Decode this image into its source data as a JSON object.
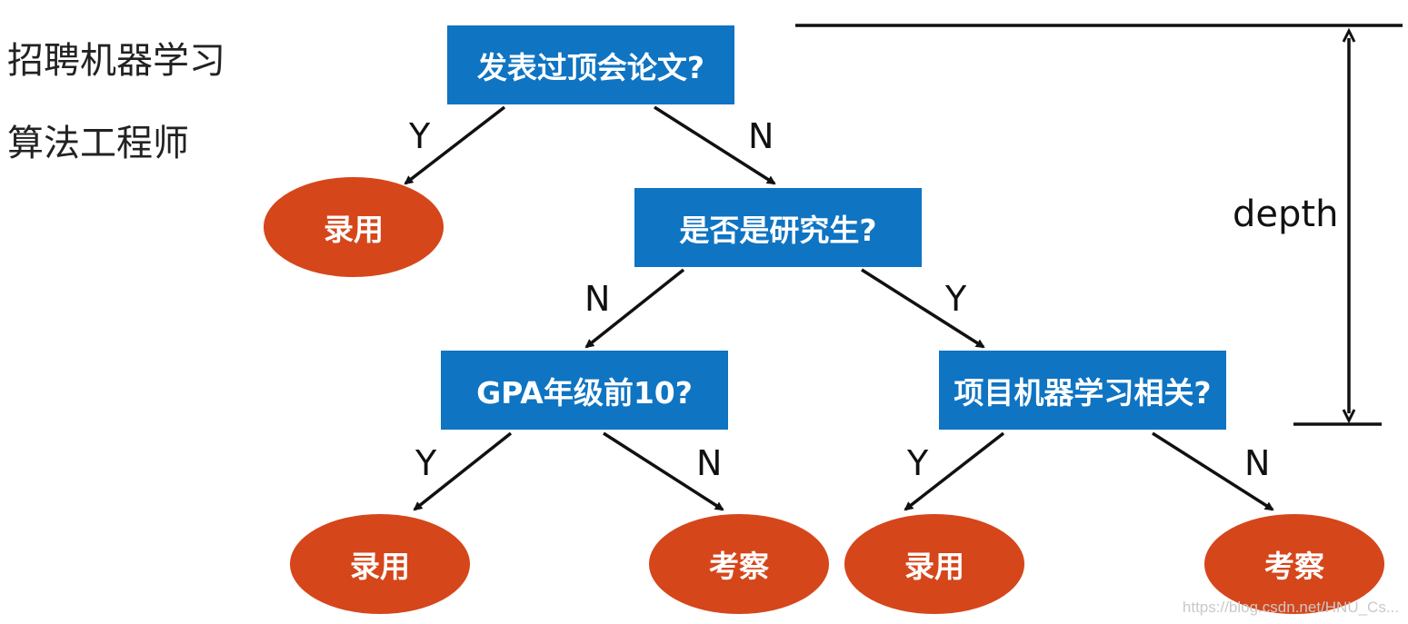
{
  "titles": {
    "line1": "招聘机器学习",
    "line2": "算法工程师"
  },
  "nodes": {
    "root": "发表过顶会论文?",
    "grad": "是否是研究生?",
    "gpa": "GPA年级前10?",
    "project": "项目机器学习相关?",
    "leaf_hire_1": "录用",
    "leaf_hire_2": "录用",
    "leaf_review_1": "考察",
    "leaf_hire_3": "录用",
    "leaf_review_2": "考察"
  },
  "edges": {
    "root_yes": "Y",
    "root_no": "N",
    "grad_no": "N",
    "grad_yes": "Y",
    "gpa_yes": "Y",
    "gpa_no": "N",
    "project_yes": "Y",
    "project_no": "N"
  },
  "depth": {
    "label": "depth"
  },
  "colors": {
    "decision_node": "#0f74c2",
    "leaf_node": "#d6461b",
    "line": "#111111"
  },
  "watermark": "https://blog.csdn.net/HNU_Cs..."
}
